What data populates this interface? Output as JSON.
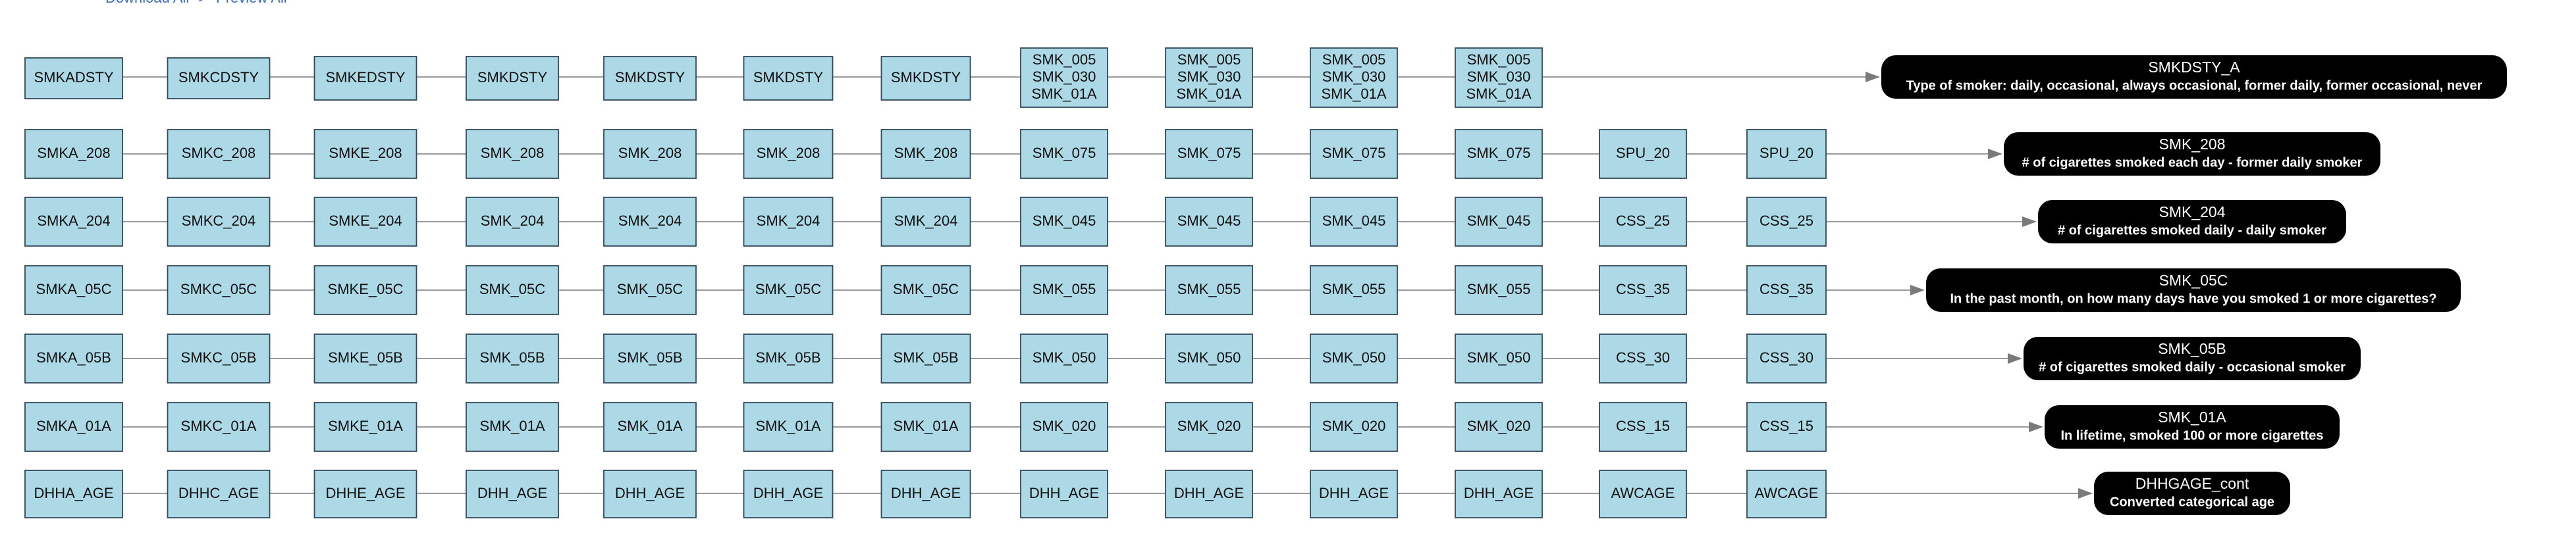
{
  "header": {
    "download_all": "Download All",
    "separator": ">",
    "preview_all": "Preview All"
  },
  "rows": [
    {
      "sources": [
        [
          "SMKADSTY"
        ],
        [
          "SMKCDSTY"
        ],
        [
          "SMKEDSTY"
        ],
        [
          "SMKDSTY"
        ],
        [
          "SMKDSTY"
        ],
        [
          "SMKDSTY"
        ],
        [
          "SMKDSTY"
        ],
        [
          "SMK_005",
          "SMK_030",
          "SMK_01A"
        ],
        [
          "SMK_005",
          "SMK_030",
          "SMK_01A"
        ],
        [
          "SMK_005",
          "SMK_030",
          "SMK_01A"
        ],
        [
          "SMK_005",
          "SMK_030",
          "SMK_01A"
        ]
      ],
      "target": {
        "name": "SMKDSTY_A",
        "label": "Type of smoker: daily, occasional, always occasional, former daily, former occasional, never"
      }
    },
    {
      "sources": [
        [
          "SMKA_208"
        ],
        [
          "SMKC_208"
        ],
        [
          "SMKE_208"
        ],
        [
          "SMK_208"
        ],
        [
          "SMK_208"
        ],
        [
          "SMK_208"
        ],
        [
          "SMK_208"
        ],
        [
          "SMK_075"
        ],
        [
          "SMK_075"
        ],
        [
          "SMK_075"
        ],
        [
          "SMK_075"
        ],
        [
          "SPU_20"
        ],
        [
          "SPU_20"
        ]
      ],
      "target": {
        "name": "SMK_208",
        "label": "# of cigarettes smoked each day - former daily smoker"
      }
    },
    {
      "sources": [
        [
          "SMKA_204"
        ],
        [
          "SMKC_204"
        ],
        [
          "SMKE_204"
        ],
        [
          "SMK_204"
        ],
        [
          "SMK_204"
        ],
        [
          "SMK_204"
        ],
        [
          "SMK_204"
        ],
        [
          "SMK_045"
        ],
        [
          "SMK_045"
        ],
        [
          "SMK_045"
        ],
        [
          "SMK_045"
        ],
        [
          "CSS_25"
        ],
        [
          "CSS_25"
        ]
      ],
      "target": {
        "name": "SMK_204",
        "label": "# of cigarettes smoked daily - daily smoker"
      }
    },
    {
      "sources": [
        [
          "SMKA_05C"
        ],
        [
          "SMKC_05C"
        ],
        [
          "SMKE_05C"
        ],
        [
          "SMK_05C"
        ],
        [
          "SMK_05C"
        ],
        [
          "SMK_05C"
        ],
        [
          "SMK_05C"
        ],
        [
          "SMK_055"
        ],
        [
          "SMK_055"
        ],
        [
          "SMK_055"
        ],
        [
          "SMK_055"
        ],
        [
          "CSS_35"
        ],
        [
          "CSS_35"
        ]
      ],
      "target": {
        "name": "SMK_05C",
        "label": "In the past month, on how many days have you smoked 1 or more cigarettes?"
      }
    },
    {
      "sources": [
        [
          "SMKA_05B"
        ],
        [
          "SMKC_05B"
        ],
        [
          "SMKE_05B"
        ],
        [
          "SMK_05B"
        ],
        [
          "SMK_05B"
        ],
        [
          "SMK_05B"
        ],
        [
          "SMK_05B"
        ],
        [
          "SMK_050"
        ],
        [
          "SMK_050"
        ],
        [
          "SMK_050"
        ],
        [
          "SMK_050"
        ],
        [
          "CSS_30"
        ],
        [
          "CSS_30"
        ]
      ],
      "target": {
        "name": "SMK_05B",
        "label": "# of cigarettes smoked daily - occasional smoker"
      }
    },
    {
      "sources": [
        [
          "SMKA_01A"
        ],
        [
          "SMKC_01A"
        ],
        [
          "SMKE_01A"
        ],
        [
          "SMK_01A"
        ],
        [
          "SMK_01A"
        ],
        [
          "SMK_01A"
        ],
        [
          "SMK_01A"
        ],
        [
          "SMK_020"
        ],
        [
          "SMK_020"
        ],
        [
          "SMK_020"
        ],
        [
          "SMK_020"
        ],
        [
          "CSS_15"
        ],
        [
          "CSS_15"
        ]
      ],
      "target": {
        "name": "SMK_01A",
        "label": "In lifetime, smoked 100 or more cigarettes"
      }
    },
    {
      "sources": [
        [
          "DHHA_AGE"
        ],
        [
          "DHHC_AGE"
        ],
        [
          "DHHE_AGE"
        ],
        [
          "DHH_AGE"
        ],
        [
          "DHH_AGE"
        ],
        [
          "DHH_AGE"
        ],
        [
          "DHH_AGE"
        ],
        [
          "DHH_AGE"
        ],
        [
          "DHH_AGE"
        ],
        [
          "DHH_AGE"
        ],
        [
          "DHH_AGE"
        ],
        [
          "AWCAGE"
        ],
        [
          "AWCAGE"
        ]
      ],
      "target": {
        "name": "DHHGAGE_cont",
        "label": "Converted categorical age"
      }
    }
  ]
}
